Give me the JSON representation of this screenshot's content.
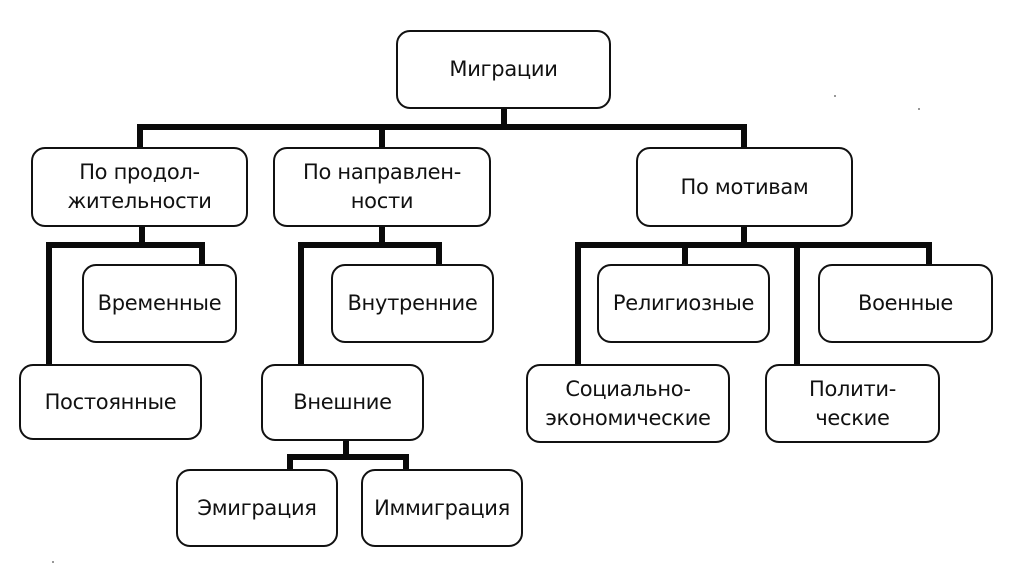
{
  "diagram": {
    "type": "hierarchy-tree",
    "root": {
      "id": "migrations",
      "label": "Миграции"
    },
    "categories": [
      {
        "id": "by-duration",
        "label": "По продол-\nжительности",
        "children": [
          {
            "id": "temporary",
            "label": "Временные"
          },
          {
            "id": "permanent",
            "label": "Постоянные"
          }
        ]
      },
      {
        "id": "by-direction",
        "label": "По направлен-\nности",
        "children": [
          {
            "id": "internal",
            "label": "Внутренние"
          },
          {
            "id": "external",
            "label": "Внешние",
            "children": [
              {
                "id": "emigration",
                "label": "Эмиграция"
              },
              {
                "id": "immigration",
                "label": "Иммиграция"
              }
            ]
          }
        ]
      },
      {
        "id": "by-motives",
        "label": "По мотивам",
        "children": [
          {
            "id": "religious",
            "label": "Религиозные"
          },
          {
            "id": "military",
            "label": "Военные"
          },
          {
            "id": "socio-economic",
            "label": "Социально-\nэкономические"
          },
          {
            "id": "political",
            "label": "Полити-\nческие"
          }
        ]
      }
    ]
  }
}
